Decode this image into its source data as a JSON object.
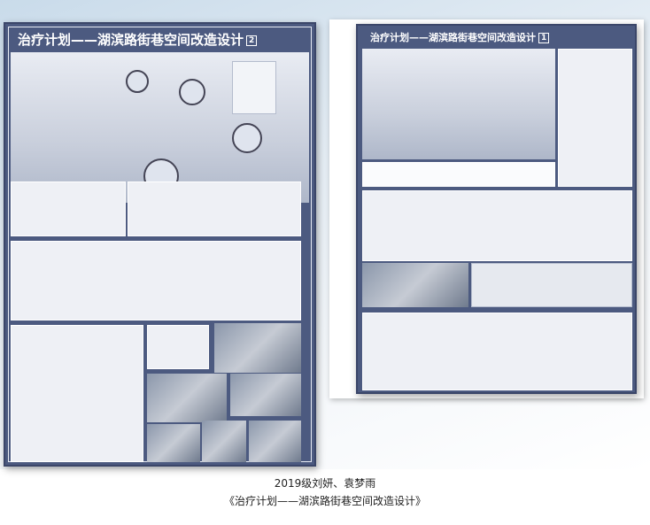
{
  "posters": [
    {
      "title": "治疗计划——湖滨路街巷空间改造设计",
      "number": "2"
    },
    {
      "title": "治疗计划——湖滨路街巷空间改造设计",
      "number": "1"
    }
  ],
  "caption": {
    "authors": "2019级刘妍、袁梦雨",
    "work_title": "《治疗计划——湖滨路街巷空间改造设计》"
  },
  "colors": {
    "poster_frame": "#4c5a80",
    "panel": "#eef0f5"
  }
}
